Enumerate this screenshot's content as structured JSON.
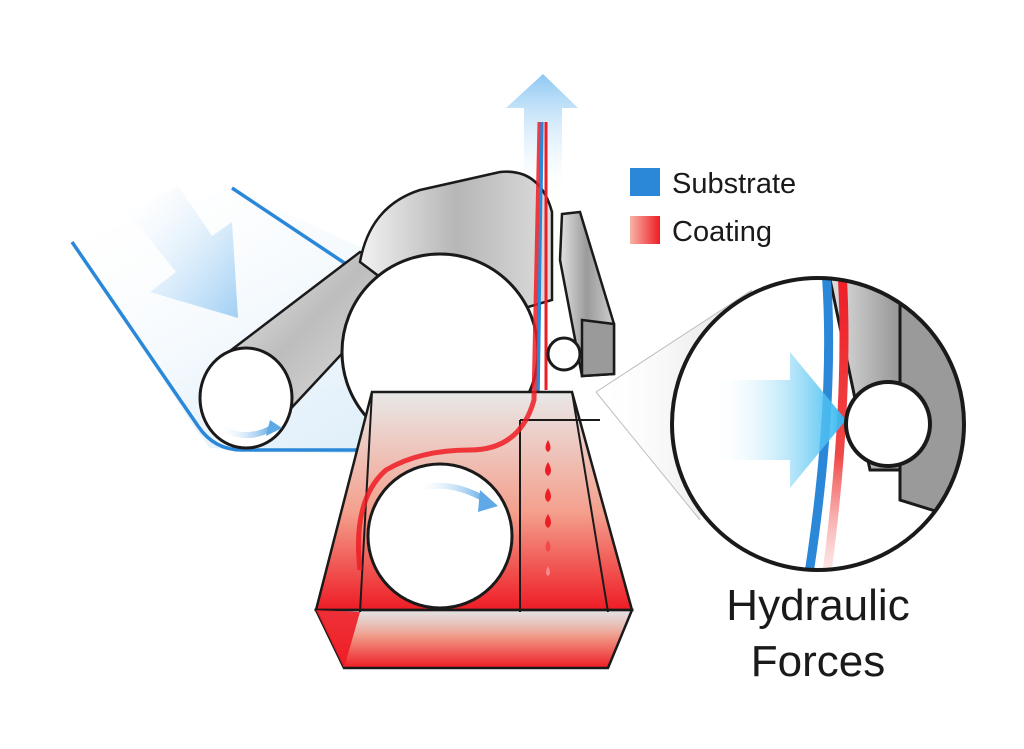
{
  "legend": {
    "items": [
      {
        "label": "Substrate",
        "color": "#2b88d8"
      },
      {
        "label": "Coating",
        "color": "#f04848"
      }
    ]
  },
  "caption": {
    "line1": "Hydraulic",
    "line2": "Forces"
  },
  "colors": {
    "substrate": "#2b88d8",
    "coating": "#ee1c25",
    "roller_outline": "#1a1a1a",
    "flow_arrow": "#9fd0f5"
  }
}
